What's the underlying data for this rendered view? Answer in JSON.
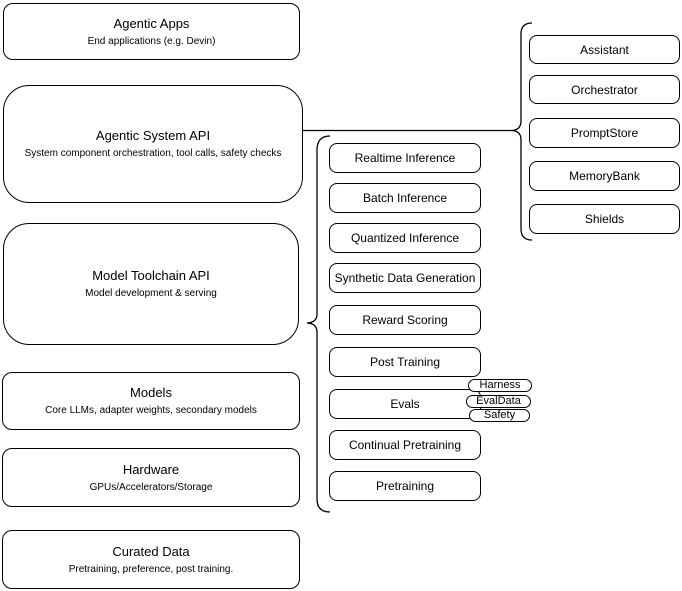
{
  "canvas": {
    "background": "#ffffff",
    "stroke": "#000000"
  },
  "stack": [
    {
      "title": "Agentic Apps",
      "subtitle": "End applications (e.g. Devin)"
    },
    {
      "title": "Agentic System API",
      "subtitle": "System component orchestration, tool calls, safety checks"
    },
    {
      "title": "Model Toolchain API",
      "subtitle": "Model development & serving"
    },
    {
      "title": "Models",
      "subtitle": "Core LLMs, adapter weights, secondary models"
    },
    {
      "title": "Hardware",
      "subtitle": "GPUs/Accelerators/Storage"
    },
    {
      "title": "Curated Data",
      "subtitle": "Pretraining, preference, post training."
    }
  ],
  "toolchain": {
    "items": [
      "Realtime Inference",
      "Batch Inference",
      "Quantized Inference",
      "Synthetic Data Generation",
      "Reward Scoring",
      "Post Training",
      "Evals",
      "Continual Pretraining",
      "Pretraining"
    ],
    "evals_tags": [
      "Harness",
      "EvalData",
      "Safety"
    ]
  },
  "system": {
    "items": [
      "Assistant",
      "Orchestrator",
      "PromptStore",
      "MemoryBank",
      "Shields"
    ]
  }
}
